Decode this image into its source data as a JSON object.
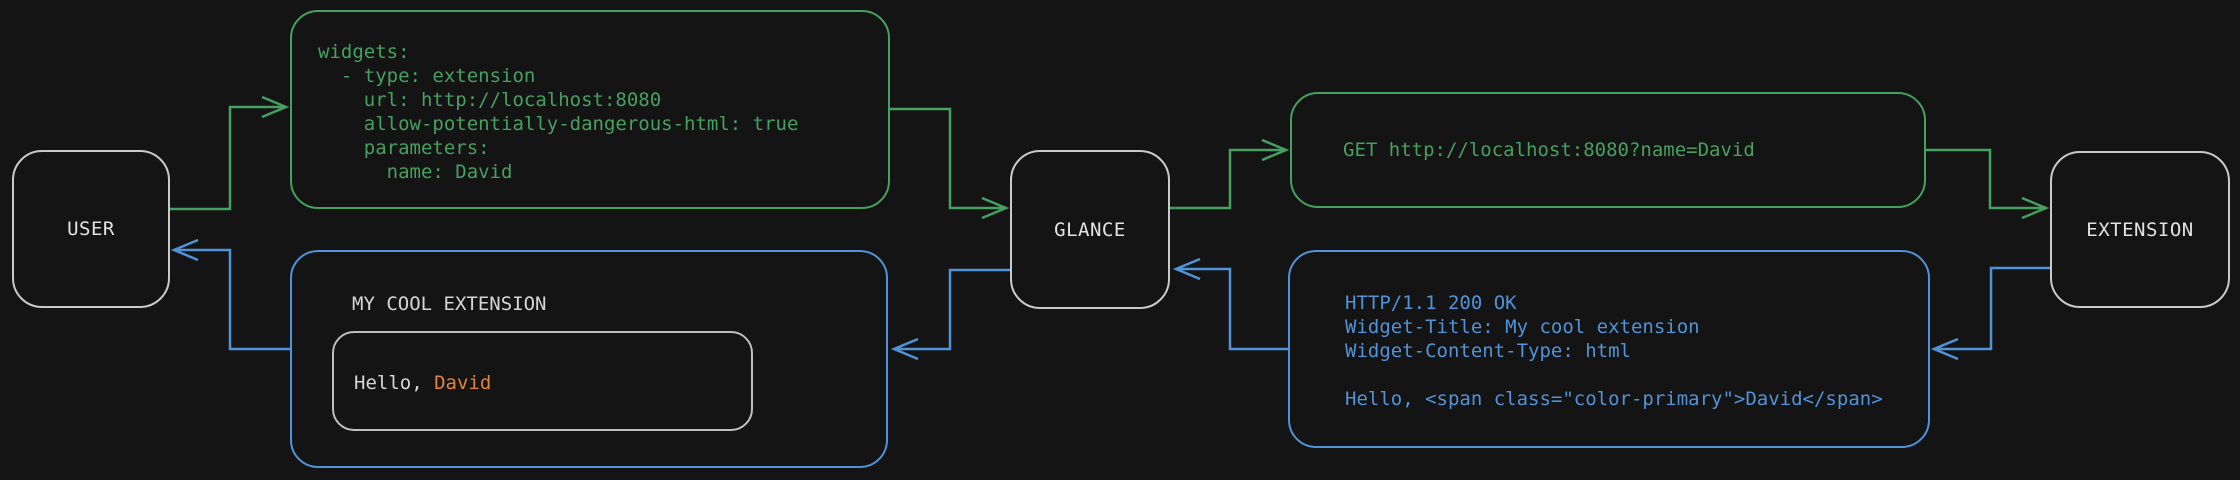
{
  "nodes": {
    "user": {
      "label": "USER"
    },
    "glance": {
      "label": "GLANCE"
    },
    "extension": {
      "label": "EXTENSION"
    }
  },
  "config_block": {
    "lines": [
      "widgets:",
      "  - type: extension",
      "    url: http://localhost:8080",
      "    allow-potentially-dangerous-html: true",
      "    parameters:",
      "      name: David"
    ]
  },
  "request_block": {
    "text": "GET http://localhost:8080?name=David"
  },
  "response_block": {
    "lines": [
      "HTTP/1.1 200 OK",
      "Widget-Title: My cool extension",
      "Widget-Content-Type: html",
      "",
      "Hello, <span class=\"color-primary\">David</span>"
    ]
  },
  "widget_block": {
    "title": "MY COOL EXTENSION",
    "greeting_prefix": "Hello, ",
    "greeting_name": "David"
  },
  "colors": {
    "request_green": "#46a05f",
    "response_blue": "#5093d8",
    "primary_orange": "#e6813c",
    "node_border_gray": "#c9c9c9",
    "text_gray": "#d6d6d6",
    "background": "#141414"
  }
}
